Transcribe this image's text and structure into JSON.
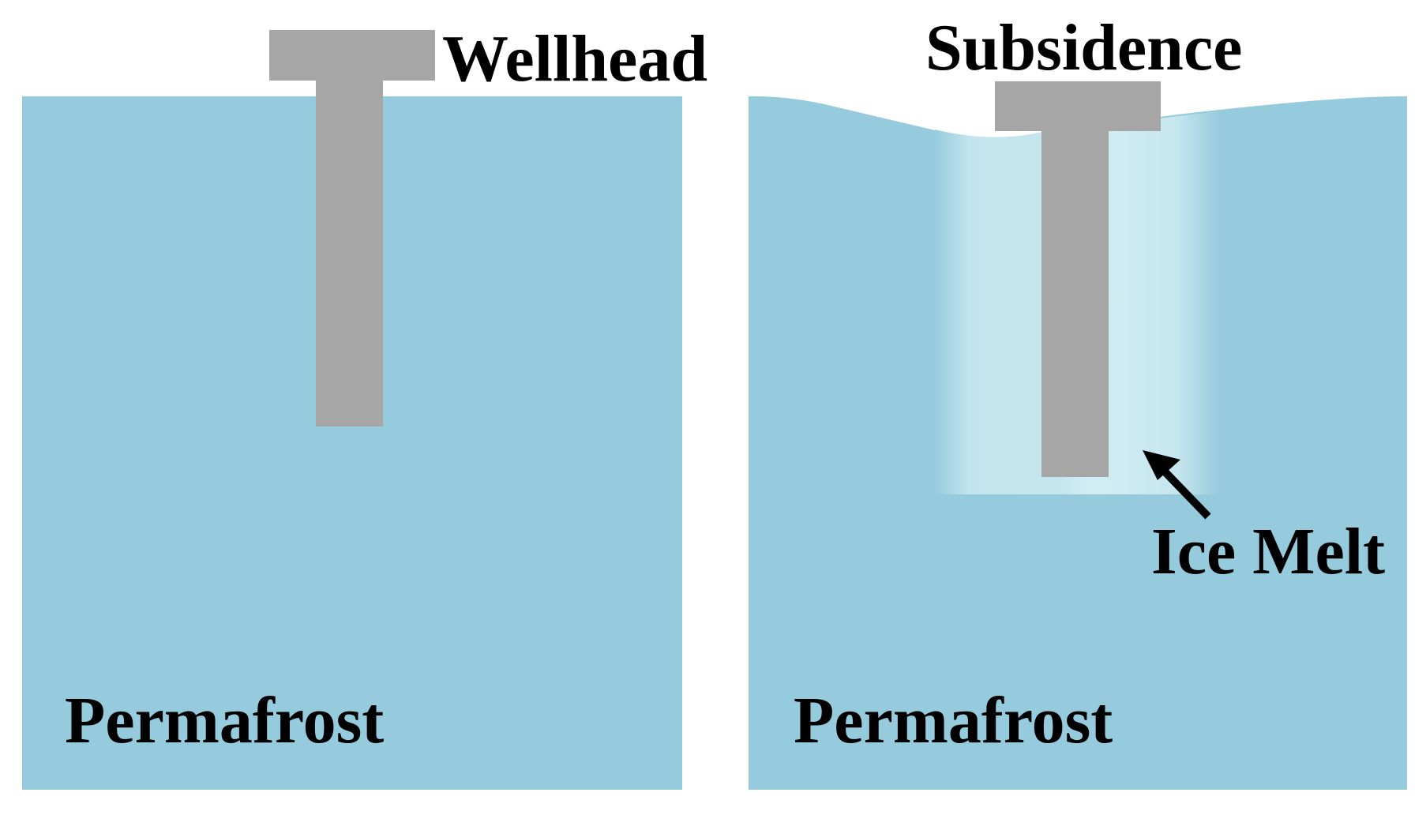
{
  "labels": {
    "wellhead": "Wellhead",
    "subsidence": "Subsidence",
    "ice_melt": "Ice Melt",
    "permafrost_left": "Permafrost",
    "permafrost_right": "Permafrost"
  },
  "colors": {
    "permafrost": "#96cbdd",
    "thawed_zone": "#c6e6ef",
    "thaw_core": "#d2ecf3",
    "wellhead": "#a6a6a6",
    "text": "#000000",
    "background": "#ffffff"
  }
}
